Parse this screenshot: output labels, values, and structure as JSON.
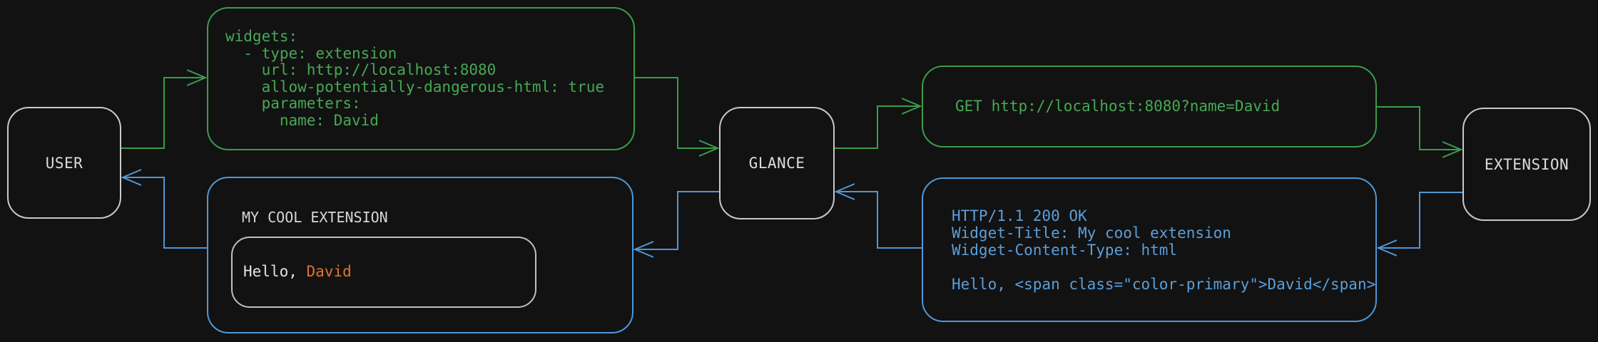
{
  "diagram": {
    "background_color": "#121212",
    "colors": {
      "green": "#3a9c4a",
      "blue": "#4f97d7",
      "orange": "#e0742f",
      "node_border": "#c9c9c9",
      "text": "#e3e3e3"
    },
    "nodes": {
      "user": {
        "label": "USER"
      },
      "glance": {
        "label": "GLANCE"
      },
      "extension": {
        "label": "EXTENSION"
      }
    },
    "config_box": {
      "lines": [
        "widgets:",
        "  - type: extension",
        "    url: http://localhost:8080",
        "    allow-potentially-dangerous-html: true",
        "    parameters:",
        "      name: David"
      ]
    },
    "request_box": {
      "line": "GET http://localhost:8080?name=David"
    },
    "response_box": {
      "header_lines": [
        "HTTP/1.1 200 OK",
        "Widget-Title: My cool extension",
        "Widget-Content-Type: html"
      ],
      "body_line": "Hello, <span class=\"color-primary\">David</span>"
    },
    "widget_box": {
      "title": "MY COOL EXTENSION",
      "hello_prefix": "Hello, ",
      "hello_name": "David"
    },
    "flow": [
      {
        "from": "user",
        "to": "config-yaml",
        "color": "green"
      },
      {
        "from": "config-yaml",
        "to": "glance",
        "color": "green"
      },
      {
        "from": "glance",
        "to": "http-request",
        "color": "green"
      },
      {
        "from": "http-request",
        "to": "extension",
        "color": "green"
      },
      {
        "from": "extension",
        "to": "http-response",
        "color": "blue"
      },
      {
        "from": "http-response",
        "to": "glance",
        "color": "blue"
      },
      {
        "from": "glance",
        "to": "rendered-widget",
        "color": "blue"
      },
      {
        "from": "rendered-widget",
        "to": "user",
        "color": "blue"
      }
    ]
  }
}
